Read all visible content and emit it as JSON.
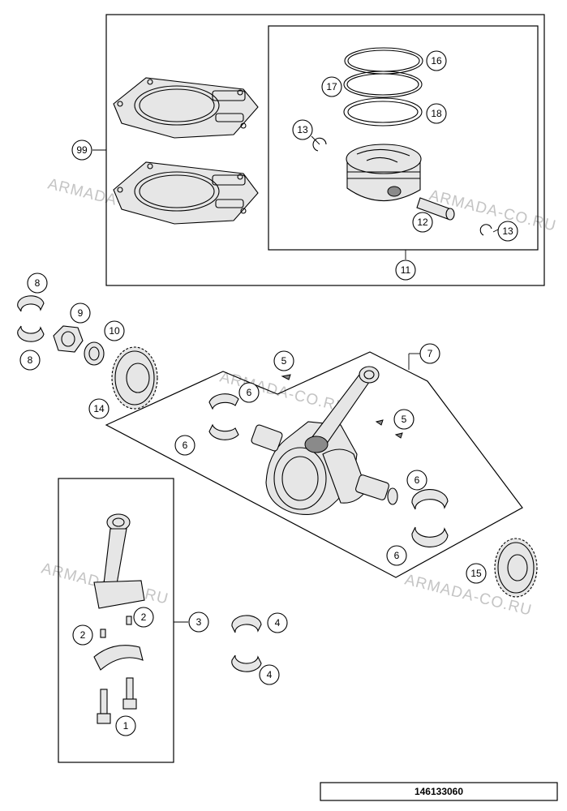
{
  "callouts": {
    "c99": "99",
    "c16": "16",
    "c17": "17",
    "c18": "18",
    "c13a": "13",
    "c12": "12",
    "c13b": "13",
    "c11": "11",
    "c8a": "8",
    "c8b": "8",
    "c9": "9",
    "c10": "10",
    "c14": "14",
    "c5a": "5",
    "c7": "7",
    "c6a": "6",
    "c5b": "5",
    "c6b": "6",
    "c6c": "6",
    "c6d": "6",
    "c15": "15",
    "c2a": "2",
    "c2b": "2",
    "c3": "3",
    "c4a": "4",
    "c4b": "4",
    "c1": "1"
  },
  "watermark": "ARMADA-CO.RU",
  "drawing_code": "146133060",
  "colors": {
    "line": "#000000",
    "watermark": "#c4c4c4",
    "part_fill": "#e6e6e6"
  }
}
